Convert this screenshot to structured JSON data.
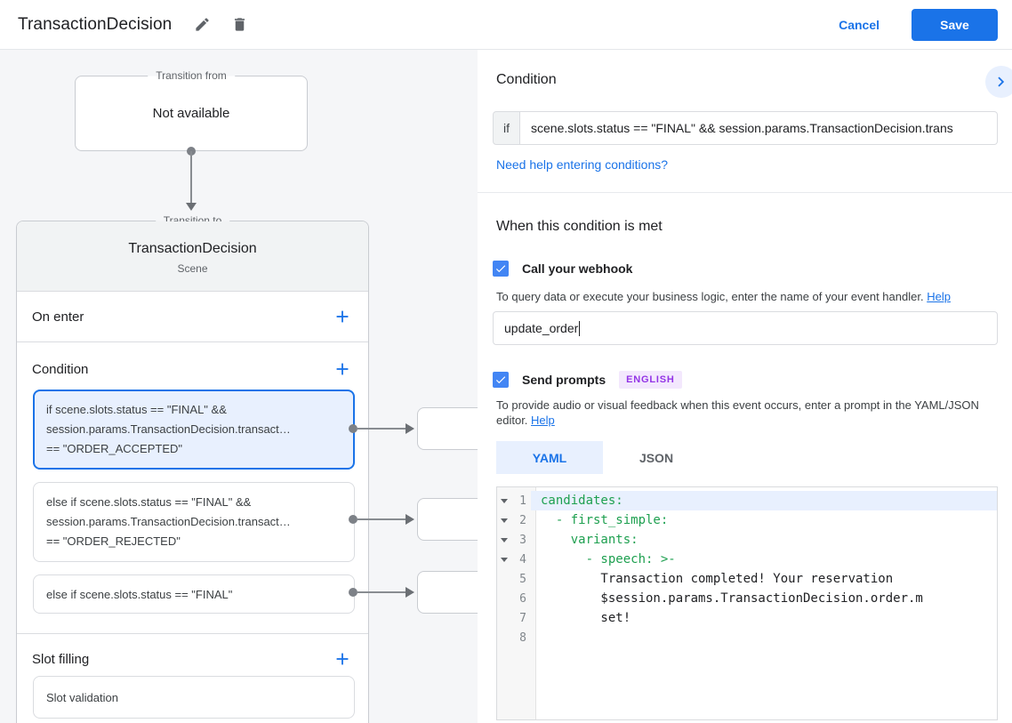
{
  "topbar": {
    "title": "TransactionDecision",
    "cancel_label": "Cancel",
    "save_label": "Save"
  },
  "canvas": {
    "transition_from": {
      "label": "Transition from",
      "content": "Not available"
    },
    "transition_to": {
      "label": "Transition to",
      "title": "TransactionDecision",
      "subtitle": "Scene"
    },
    "sections": {
      "on_enter": "On enter",
      "condition": "Condition",
      "slot_filling": "Slot filling",
      "slot_validation": "Slot validation"
    },
    "conditions": [
      {
        "line1": "if scene.slots.status == \"FINAL\" &&",
        "line2": "session.params.TransactionDecision.transact…",
        "line3": "== \"ORDER_ACCEPTED\""
      },
      {
        "line1": "else if scene.slots.status == \"FINAL\" &&",
        "line2": "session.params.TransactionDecision.transact…",
        "line3": "== \"ORDER_REJECTED\""
      },
      {
        "line1": "else if scene.slots.status == \"FINAL\""
      }
    ]
  },
  "panel": {
    "condition_heading": "Condition",
    "if_label": "if",
    "if_value": "scene.slots.status == \"FINAL\" && session.params.TransactionDecision.trans",
    "help_link": "Need help entering conditions?",
    "when_heading": "When this condition is met",
    "webhook": {
      "label": "Call your webhook",
      "helper": "To query data or execute your business logic, enter the name of your event handler.",
      "help_link": "Help",
      "value": "update_order"
    },
    "prompts": {
      "label": "Send prompts",
      "badge": "ENGLISH",
      "helper": "To provide audio or visual feedback when this event occurs, enter a prompt in the YAML/JSON editor.",
      "help_link": "Help"
    },
    "tabs": [
      {
        "label": "YAML"
      },
      {
        "label": "JSON"
      }
    ],
    "editor": {
      "lines": [
        {
          "num": "1",
          "text": "candidates:"
        },
        {
          "num": "2",
          "text": "  - first_simple:"
        },
        {
          "num": "3",
          "text": "    variants:"
        },
        {
          "num": "4",
          "text": "      - speech: >-"
        },
        {
          "num": "5",
          "text": "        Transaction completed! Your reservation"
        },
        {
          "num": "6",
          "text": "        $session.params.TransactionDecision.order.m"
        },
        {
          "num": "7",
          "text": "        set!"
        },
        {
          "num": "8",
          "text": ""
        }
      ]
    }
  },
  "colors": {
    "accent_blue": "#1a73e8",
    "selected_bg": "#e8f0fe",
    "code_green": "#1ea050",
    "badge_bg": "#f3e8fd",
    "badge_text": "#9334e6",
    "canvas_bg": "#f5f6f8"
  }
}
